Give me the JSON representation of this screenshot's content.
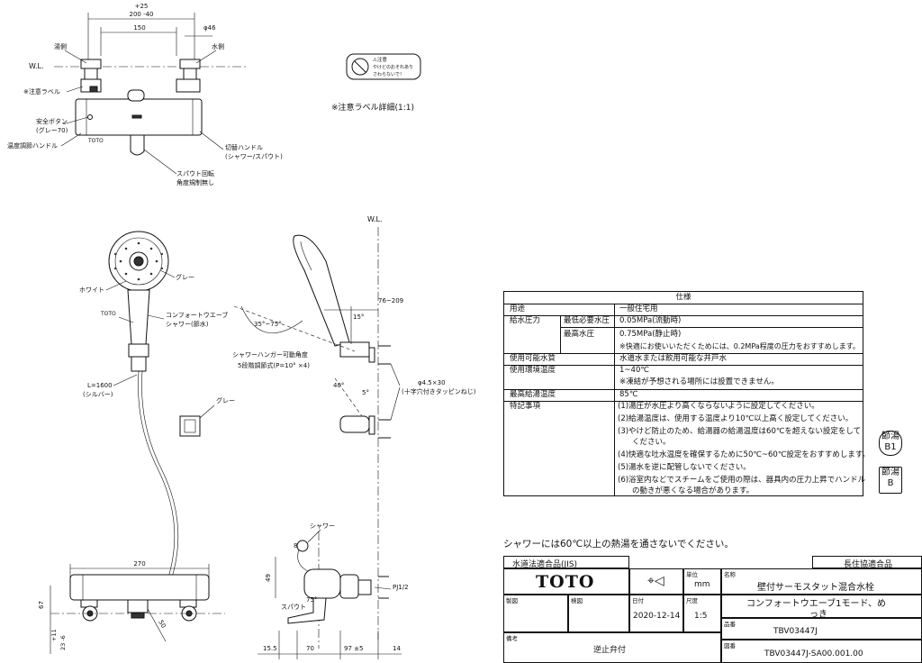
{
  "drawing": {
    "top_view": {
      "dims": {
        "plus25": "+25",
        "span": "200 -40",
        "pitch": "150",
        "dia": "φ46"
      },
      "labels": {
        "wl": "W.L.",
        "hot": "湯側",
        "cold": "水側",
        "caution_label": "※注意ラベル",
        "safety_button": "安全ボタン",
        "safety_button_color": "(グレー70)",
        "temp_handle": "温度調節ハンドル",
        "brand": "TOTO",
        "switch_handle": "切替ハンドル",
        "switch_handle_sub": "(シャワー/スパウト)",
        "spout_rotation": "スパウト回転",
        "angle_unlimited": "角度規制無し"
      }
    },
    "caution_label_detail": {
      "title": "※注意ラベル詳細(1:1)",
      "text_line1": "⚠注意",
      "text_line2": "やけどのおそれあり",
      "text_line3": "さわらないで！"
    },
    "shower_view": {
      "labels": {
        "gray": "グレー",
        "white": "ホワイト",
        "brand": "TOTO",
        "shower_name": "コンフォートウエーブ",
        "shower_sub": "シャワー(節水)",
        "hose": "L=1600",
        "hose_color": "(シルバー)",
        "gray2": "グレー"
      }
    },
    "hanger_view": {
      "labels": {
        "wl": "W.L.",
        "range": "76~209",
        "angle_a": "15°",
        "angle_b": "35°~75°",
        "hanger": "シャワーハンガー可動角度",
        "hanger_sub": "5段階調節式(P=10° ×4)",
        "screw": "φ4.5×30",
        "screw_sub": "(十字穴付きタッピンねじ)",
        "angle_c": "40°",
        "angle_d": "5°"
      }
    },
    "front_view": {
      "dims": {
        "width": "270",
        "h1": "67",
        "h2": "+11",
        "h3": "23 -6",
        "d50": "50"
      }
    },
    "side_view": {
      "labels": {
        "shower": "シャワー",
        "spout": "スパウト",
        "pj": "PJ1/2",
        "deg80": "80°",
        "deg75": "75°"
      },
      "dims": {
        "d49": "49",
        "d155": "15.5",
        "d70": "70",
        "d97": "97 ±5",
        "d14": "14"
      }
    }
  },
  "spec": {
    "title": "仕様",
    "rows": {
      "use_k": "用途",
      "use_v": "一般住宅用",
      "press_k": "給水圧力",
      "min_k": "最低必要水圧",
      "min_v": "0.05MPa(流動時)",
      "max_k": "最高水圧",
      "max_v": "0.75MPa(静止時)",
      "press_note": "※快適にお使いいただくためには、0.2MPa程度の圧力をおすすめします。",
      "water_k": "使用可能水質",
      "water_v": "水道水または飲用可能な井戸水",
      "env_k": "使用環境温度",
      "env_v": "1~40℃",
      "env_note": "※凍結が予想される場所には設置できません。",
      "hot_k": "最高給湯温度",
      "hot_v": "85℃",
      "notes_k": "特記事項",
      "n1": "(1)湯圧が水圧より高くならないように設定してください。",
      "n2": "(2)給湯温度は、使用する温度より10℃以上高く設定してください。",
      "n3a": "(3)やけど防止のため、給湯器の給湯温度は60℃を超えない設定をして",
      "n3b": "ください。",
      "n4": "(4)快適な吐水温度を確保するために50℃~60℃設定をおすすめします。",
      "n5": "(5)湯水を逆に配管しないでください。",
      "n6a": "(6)浴室内などでスチームをご使用の際は、器具内の圧力上昇でハンドル",
      "n6b": "の動きが悪くなる場合があります。"
    }
  },
  "badges": {
    "b1_top": "節湯",
    "b1_bottom": "B1",
    "b2_top": "節湯",
    "b2_bottom": "B"
  },
  "notice": "シャワーには60℃以上の熱湯を通さないでください。",
  "title_block": {
    "jis": "水道法適合品(JIS)",
    "jisx": "長住協適合品",
    "logo": "TOTO",
    "unit_k": "単位",
    "unit_v": "mm",
    "name_k": "名称",
    "name_v1": "壁付サーモスタット混合水栓",
    "name_v2a": "コンフォートウエーブ1モード、め",
    "name_v2b": "っき",
    "drawn_k": "製図",
    "checked_k": "検図",
    "date_k": "日付",
    "date_v": "2020-12-14",
    "scale_k": "尺度",
    "scale_v": "1:5",
    "model_k": "品番",
    "model_v": "TBV03447J",
    "remark_k": "備考",
    "remark_v": "逆止弁付",
    "dwg_k": "図番",
    "dwg_v": "TBV03447J-SA00.001.00"
  }
}
